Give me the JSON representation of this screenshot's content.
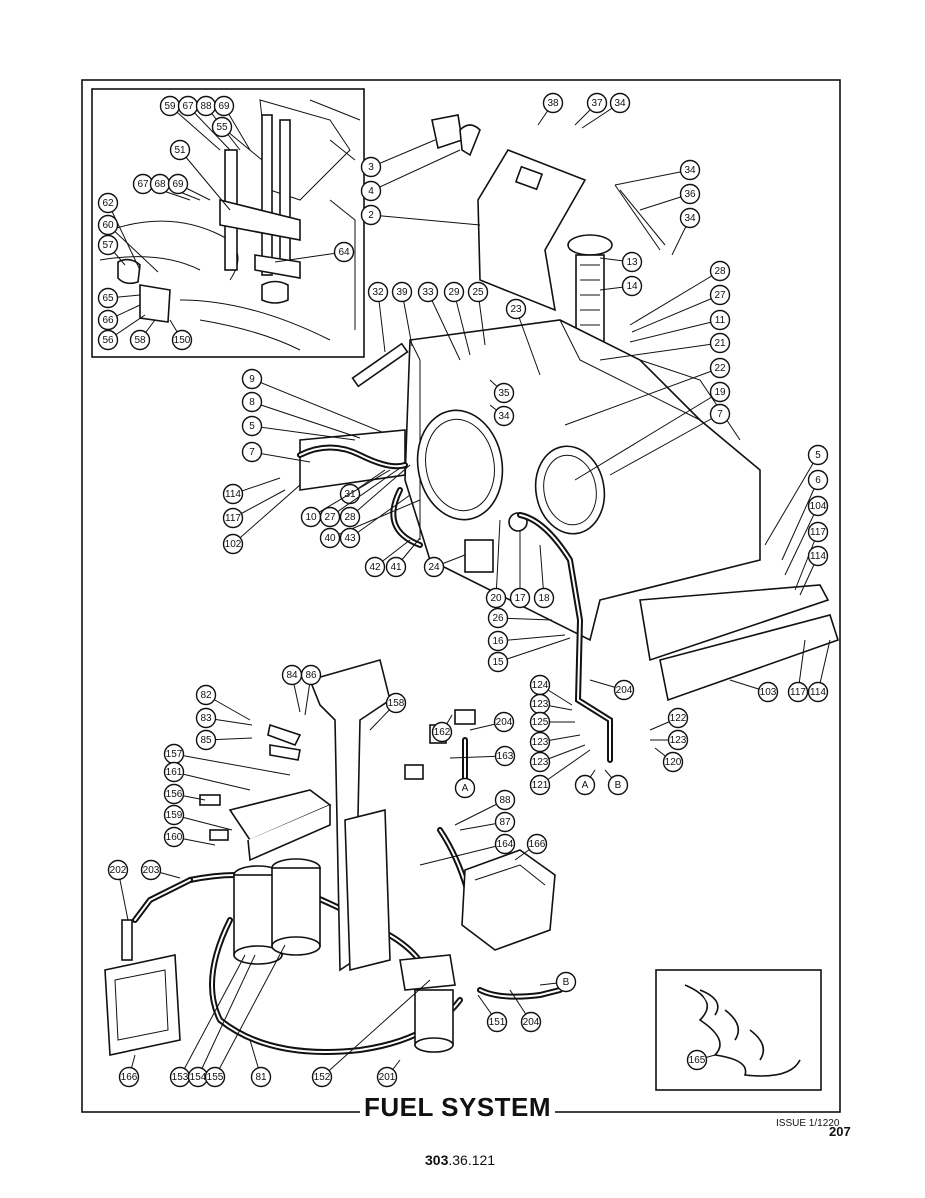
{
  "title": "FUEL SYSTEM",
  "issue": "ISSUE 1/1220",
  "page_number": "207",
  "part_number_bold": "303",
  "part_number_rest": ".36.121",
  "callouts": [
    "59",
    "67",
    "88",
    "69",
    "55",
    "51",
    "67",
    "68",
    "69",
    "62",
    "60",
    "57",
    "65",
    "66",
    "56",
    "58",
    "150",
    "64",
    "38",
    "37",
    "34",
    "3",
    "4",
    "2",
    "34",
    "36",
    "34",
    "13",
    "14",
    "28",
    "27",
    "11",
    "21",
    "22",
    "19",
    "7",
    "32",
    "39",
    "33",
    "29",
    "25",
    "23",
    "35",
    "34",
    "9",
    "8",
    "5",
    "7",
    "114",
    "117",
    "102",
    "31",
    "10",
    "27",
    "28",
    "40",
    "43",
    "42",
    "41",
    "24",
    "20",
    "17",
    "18",
    "26",
    "16",
    "15",
    "5",
    "6",
    "104",
    "117",
    "114",
    "103",
    "117",
    "114",
    "124",
    "123",
    "125",
    "123",
    "123",
    "121",
    "204",
    "122",
    "123",
    "120",
    "A",
    "B",
    "82",
    "83",
    "85",
    "84",
    "86",
    "158",
    "162",
    "204",
    "163",
    "A",
    "157",
    "161",
    "156",
    "159",
    "160",
    "88",
    "87",
    "164",
    "166",
    "202",
    "203",
    "166",
    "153",
    "154",
    "155",
    "81",
    "152",
    "201",
    "151",
    "204",
    "B",
    "165"
  ]
}
